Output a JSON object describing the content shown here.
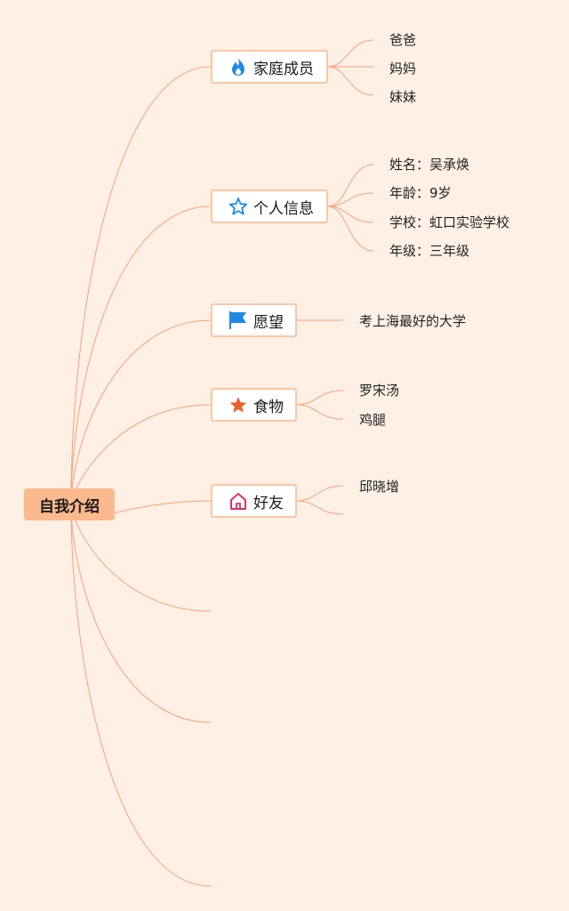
{
  "root": {
    "label": "自我介绍"
  },
  "branches": [
    {
      "label": "家庭成员",
      "icon": "fire-icon",
      "icon_color": "#1e88e5",
      "children": [
        "爸爸",
        "妈妈",
        "妹妹"
      ]
    },
    {
      "label": "个人信息",
      "icon": "star-outline-icon",
      "icon_color": "#1e88e5",
      "children": [
        "姓名：吴承焕",
        "年龄：9岁",
        "学校：虹口实验学校",
        "年级：三年级"
      ]
    },
    {
      "label": "愿望",
      "icon": "flag-icon",
      "icon_color": "#1e88e5",
      "children": [
        "考上海最好的大学"
      ]
    },
    {
      "label": "食物",
      "icon": "star-filled-icon",
      "icon_color": "#e8652b",
      "children": [
        "罗宋汤",
        "鸡腿"
      ]
    },
    {
      "label": "好友",
      "icon": "home-icon",
      "icon_color": "#d6336c",
      "children": [
        "邱晓增",
        ""
      ]
    }
  ],
  "colors": {
    "background": "#fff0e5",
    "root": "#fdb98e",
    "line": "#f6a07a",
    "border": "#fcc6a3"
  }
}
